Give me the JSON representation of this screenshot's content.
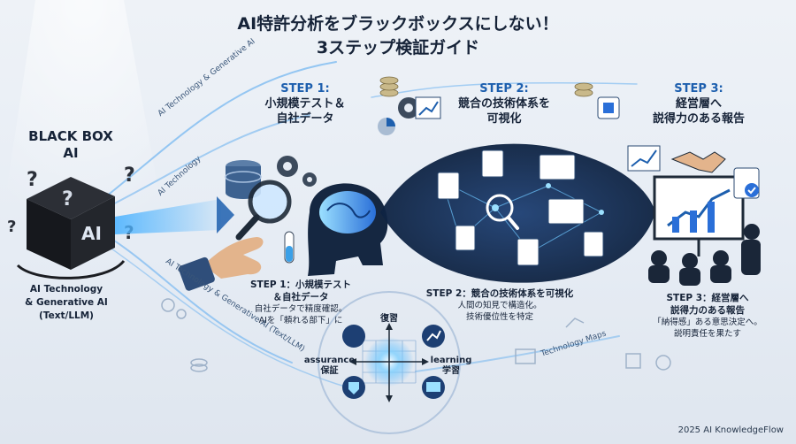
{
  "title": {
    "line1": "AI特許分析をブラックボックスにしない！",
    "line2": "3ステップ検証ガイド"
  },
  "black_box": {
    "label_line1": "BLACK BOX",
    "label_line2": "AI",
    "cube_text": "AI",
    "caption_line1": "AI Technology",
    "caption_line2": "& Generative AI",
    "caption_line3": "(Text/LLM)"
  },
  "flow_labels": {
    "top": "AI Technology & Generative AI",
    "middle": "AI Technology",
    "lower": "AI Technology & Generative AI (Text/LLM)",
    "maps": "Technology Maps"
  },
  "steps": [
    {
      "heading": "STEP 1:",
      "title_line1": "小規模テスト＆",
      "title_line2": "自社データ",
      "caption_line1": "STEP 1：小規模テスト",
      "caption_line2": "＆自社データ",
      "desc_line1": "自社データで精度確認。",
      "desc_line2": "AIを「頼れる部下」に"
    },
    {
      "heading": "STEP 2:",
      "title_line1": "競合の技術体系を",
      "title_line2": "可視化",
      "caption_line1": "STEP 2：競合の技術体系を可視化",
      "desc_line1": "人間の知見で構造化。",
      "desc_line2": "技術優位性を特定"
    },
    {
      "heading": "STEP 3:",
      "title_line1": "経営層へ",
      "title_line2": "説得力のある報告",
      "caption_line1": "STEP 3：経営層へ",
      "caption_line2": "説得力のある報告",
      "desc_line1": "「納得感」ある意思決定へ。",
      "desc_line2": "説明責任を果たす"
    }
  ],
  "cycle": {
    "top": "復習",
    "left_en": "assurance",
    "left_ja": "保証",
    "right_en": "learning",
    "right_ja": "学習"
  },
  "footer": "2025 AI KnowledgeFlow",
  "colors": {
    "accent_blue": "#1d5fae",
    "glow": "#4fb4ff",
    "dark_text": "#162338"
  }
}
